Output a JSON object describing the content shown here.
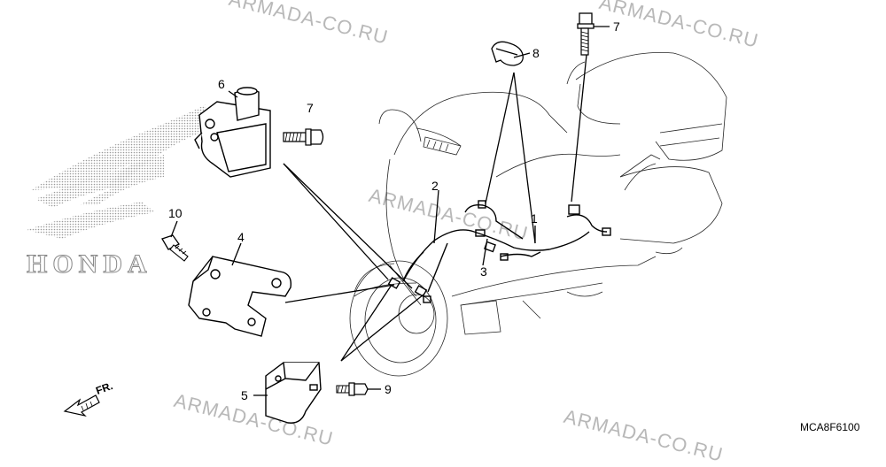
{
  "diagram": {
    "callouts": {
      "c1": "1",
      "c2": "2",
      "c3": "3",
      "c4": "4",
      "c5": "5",
      "c6": "6",
      "c7a": "7",
      "c7b": "7",
      "c8": "8",
      "c9": "9",
      "c10": "10"
    },
    "watermark": "ARMADA-CO.RU",
    "brand": "HONDA",
    "front_label": "FR.",
    "diagram_code": "MCA8F6100",
    "colors": {
      "line": "#000000",
      "watermark": "#b8b8b8",
      "logo_dots": "#9a9a9a"
    }
  }
}
